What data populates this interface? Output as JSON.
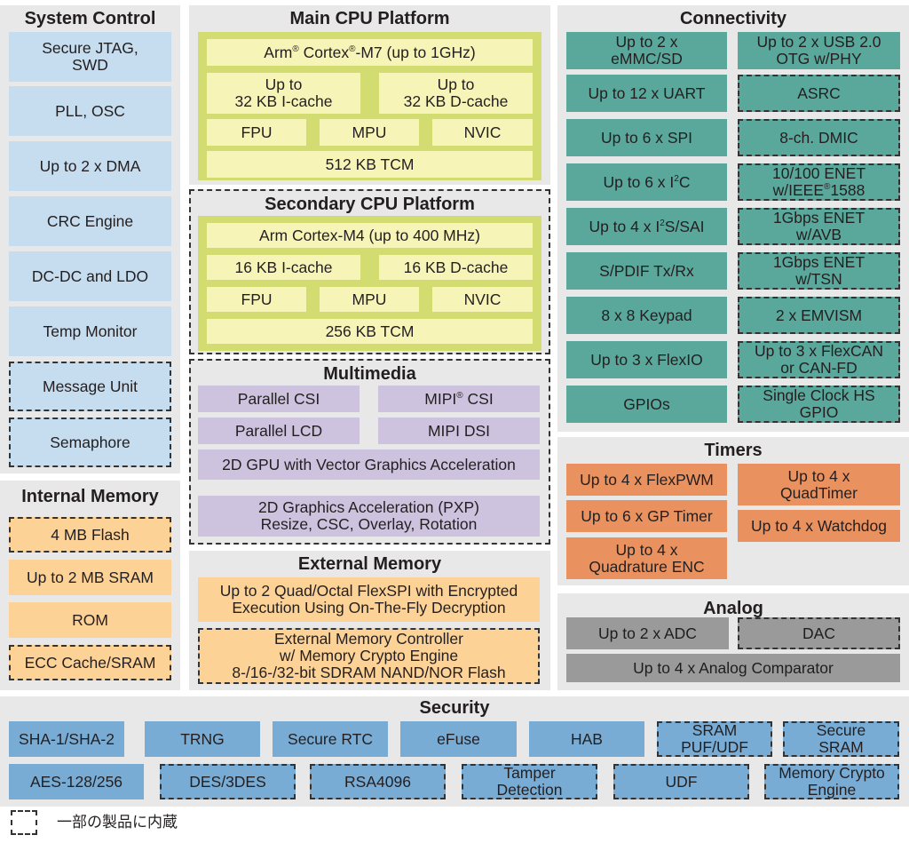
{
  "system_control": {
    "title": "System Control",
    "items": [
      "Secure JTAG,\nSWD",
      "PLL, OSC",
      "Up to 2 x DMA",
      "CRC Engine",
      "DC-DC and LDO",
      "Temp Monitor",
      "Message Unit",
      "Semaphore"
    ]
  },
  "internal_memory": {
    "title": "Internal Memory",
    "items": [
      "4 MB Flash",
      "Up to 2 MB SRAM",
      "ROM",
      "ECC Cache/SRAM"
    ]
  },
  "main_cpu": {
    "title": "Main CPU Platform",
    "core_pre": "Arm",
    "core_sup": "®",
    "core_mid": " Cortex",
    "core_sup2": "®",
    "core_post": "-M7 (up to 1GHz)",
    "icache": "Up to\n32 KB I-cache",
    "dcache": "Up to\n32 KB D-cache",
    "fpu": "FPU",
    "mpu": "MPU",
    "nvic": "NVIC",
    "tcm": "512 KB TCM"
  },
  "secondary_cpu": {
    "title": "Secondary CPU Platform",
    "core": "Arm Cortex-M4 (up to 400 MHz)",
    "icache": "16 KB I-cache",
    "dcache": "16 KB D-cache",
    "fpu": "FPU",
    "mpu": "MPU",
    "nvic": "NVIC",
    "tcm": "256 KB TCM"
  },
  "multimedia": {
    "title": "Multimedia",
    "parallel_csi": "Parallel CSI",
    "mipi_csi_pre": "MIPI",
    "mipi_csi_sup": "®",
    "mipi_csi_post": " CSI",
    "parallel_lcd": "Parallel LCD",
    "mipi_dsi": "MIPI DSI",
    "gpu": "2D GPU with Vector Graphics Acceleration",
    "pxp": "2D Graphics Acceleration (PXP)\nResize, CSC, Overlay, Rotation"
  },
  "external_memory": {
    "title": "External Memory",
    "flexspi": "Up to 2 Quad/Octal FlexSPI with Encrypted\nExecution Using On-The-Fly Decryption",
    "emc": "External Memory Controller\nw/ Memory Crypto Engine\n8-/16-/32-bit SDRAM NAND/NOR Flash"
  },
  "connectivity": {
    "title": "Connectivity",
    "left": [
      "Up to 2 x\neMMC/SD",
      "Up to 12 x UART",
      "Up to 6 x SPI",
      "Up to 6 x I",
      "Up to 4 x I",
      "S/PDIF Tx/Rx",
      "8 x 8 Keypad",
      "Up to 3 x FlexIO",
      "GPIOs"
    ],
    "i2c_sup": "2",
    "i2c_post": "C",
    "i2s_sup": "2",
    "i2s_post": "S/SAI",
    "right": [
      "Up to 2 x USB 2.0\nOTG w/PHY",
      "ASRC",
      "8-ch. DMIC",
      "10/100 ENET",
      "1Gbps ENET\nw/AVB",
      "1Gbps ENET\nw/TSN",
      "2 x EMVISM",
      "Up to 3 x FlexCAN\nor CAN-FD",
      "Single Clock HS\nGPIO"
    ],
    "enet_line2_pre": "w/IEEE",
    "enet_sup": "®",
    "enet_line2_post": "1588"
  },
  "timers": {
    "title": "Timers",
    "items": [
      "Up to 4 x FlexPWM",
      "Up to 6 x GP Timer",
      "Up to 4 x\nQuadrature ENC",
      "Up to 4 x\nQuadTimer",
      "Up to 4 x Watchdog"
    ]
  },
  "analog": {
    "title": "Analog",
    "items": [
      "Up to 2 x ADC",
      "DAC",
      "Up to 4 x Analog Comparator"
    ]
  },
  "security": {
    "title": "Security",
    "row1": [
      "SHA-1/SHA-2",
      "TRNG",
      "Secure RTC",
      "eFuse",
      "HAB",
      "SRAM\nPUF/UDF",
      "Secure\nSRAM"
    ],
    "row2": [
      "AES-128/256",
      "DES/3DES",
      "RSA4096",
      "Tamper\nDetection",
      "UDF",
      "Memory Crypto\nEngine"
    ]
  },
  "legend": {
    "text": "一部の製品に内蔵"
  }
}
